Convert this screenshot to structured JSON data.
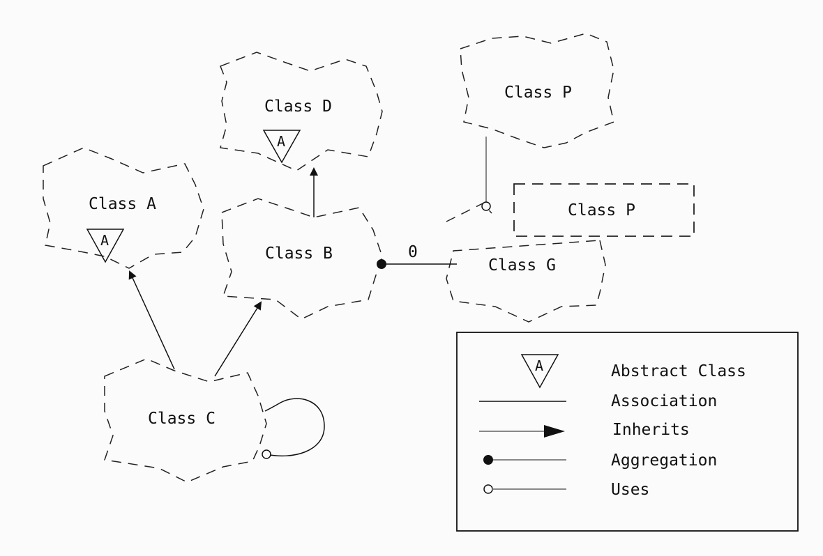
{
  "classes": {
    "d": "Class D",
    "p_top": "Class P",
    "a": "Class A",
    "b": "Class B",
    "p_box": "Class P",
    "g": "Class G",
    "c": "Class C"
  },
  "abstract_marker": "A",
  "association_cardinality": "0",
  "legend": {
    "abstract_class": "Abstract Class",
    "association": "Association",
    "inherits": "Inherits",
    "aggregation": "Aggregation",
    "uses": "Uses"
  }
}
